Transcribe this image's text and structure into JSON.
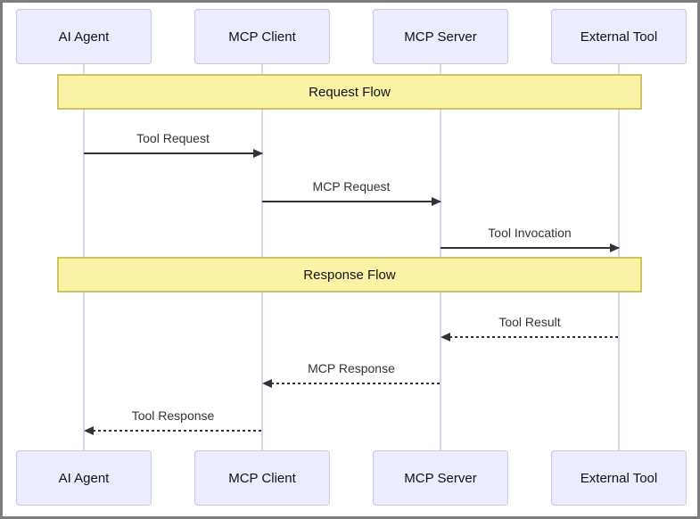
{
  "diagram": {
    "type": "sequence-diagram",
    "participants": [
      {
        "label": "AI Agent"
      },
      {
        "label": "MCP Client"
      },
      {
        "label": "MCP Server"
      },
      {
        "label": "External Tool"
      }
    ],
    "sections": [
      {
        "label": "Request Flow"
      },
      {
        "label": "Response Flow"
      }
    ],
    "messages": [
      {
        "label": "Tool Request",
        "from": "AI Agent",
        "to": "MCP Client",
        "style": "solid"
      },
      {
        "label": "MCP Request",
        "from": "MCP Client",
        "to": "MCP Server",
        "style": "solid"
      },
      {
        "label": "Tool Invocation",
        "from": "MCP Server",
        "to": "External Tool",
        "style": "solid"
      },
      {
        "label": "Tool Result",
        "from": "External Tool",
        "to": "MCP Server",
        "style": "dotted"
      },
      {
        "label": "MCP Response",
        "from": "MCP Server",
        "to": "MCP Client",
        "style": "dotted"
      },
      {
        "label": "Tool Response",
        "from": "MCP Client",
        "to": "AI Agent",
        "style": "dotted"
      }
    ],
    "colors": {
      "participant_fill": "#ececff",
      "participant_border": "#c9c5e2",
      "lifeline": "#d9d3ee",
      "section_fill": "#faf3a6",
      "section_border": "#ccc464",
      "arrow": "#333333",
      "frame_border": "#7c7c7c",
      "background": "#ffffff"
    }
  }
}
